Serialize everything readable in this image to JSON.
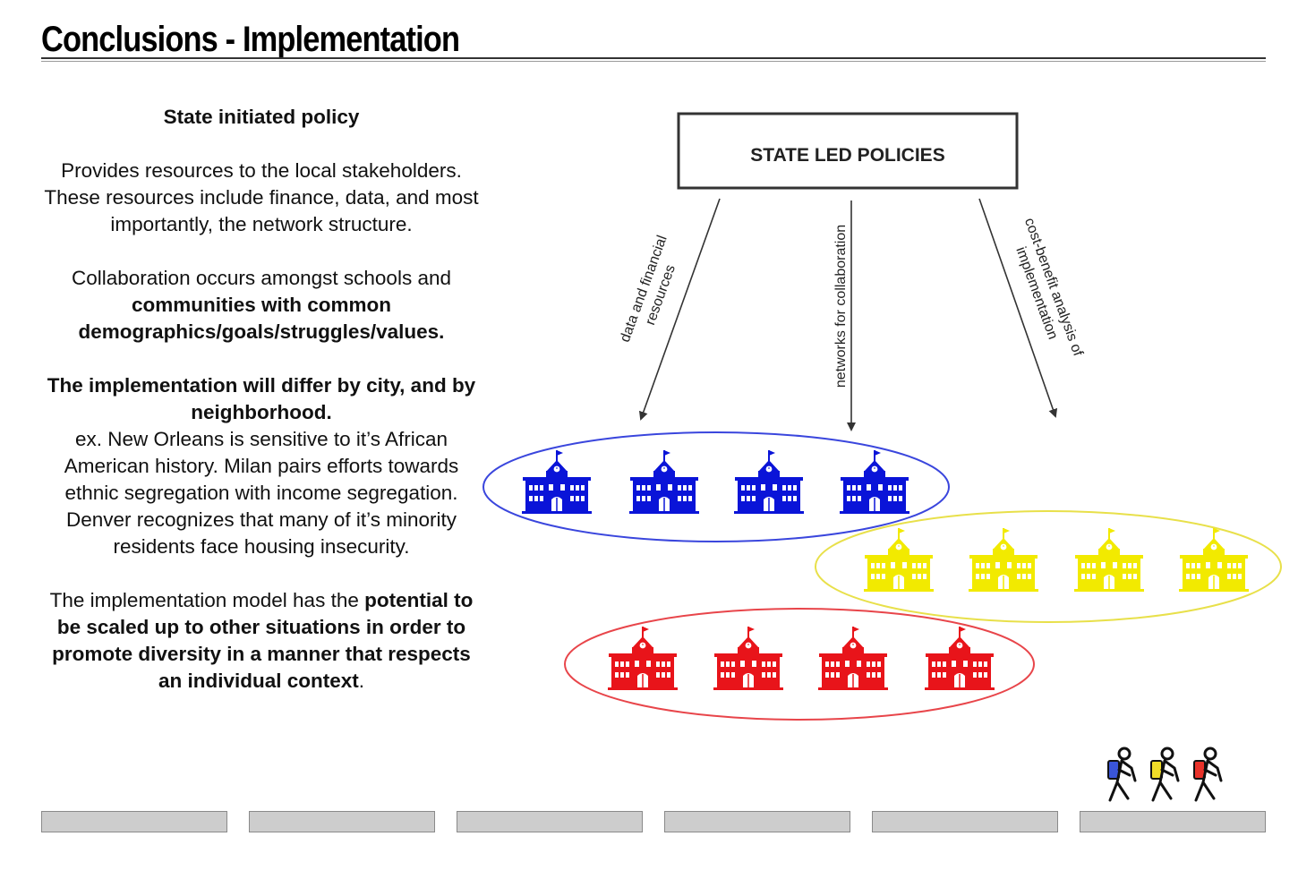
{
  "title": "Conclusions - Implementation",
  "left": {
    "heading": "State initiated policy",
    "p1": "Provides resources to the local stakeholders.  These resources include finance, data, and most importantly, the network structure.",
    "p2_pre": "Collaboration occurs amongst schools and ",
    "p2_bold": "communities with common demographics/goals/struggles/values.",
    "p3_bold": "The implementation will differ by city, and by neighborhood.",
    "p3_rest": "ex. New Orleans is sensitive to it’s African American history.  Milan pairs efforts towards ethnic segregation with income segregation.  Denver recognizes that many of it’s minority residents face housing insecurity.",
    "p4_pre": "The implementation model has the ",
    "p4_bold": "potential to be scaled up to other situations in order to promote diversity in a manner that respects an individual context",
    "p4_end": "."
  },
  "diagram": {
    "box_label": "STATE LED POLICIES",
    "arrow_labels": {
      "left_line1": "data and financial",
      "left_line2": "resources",
      "middle": "networks for collaboration",
      "right_line1": "cost-benefit analysis of",
      "right_line2": "implementation"
    },
    "groups": [
      {
        "name": "blue",
        "color": "#0a14d8",
        "ring": "#3a46dd",
        "schools": 4
      },
      {
        "name": "yellow",
        "color": "#f2ea00",
        "ring": "#e8e04a",
        "schools": 4
      },
      {
        "name": "red",
        "color": "#e8141a",
        "ring": "#e8454a",
        "schools": 4
      }
    ]
  },
  "progress": {
    "segments": 6
  },
  "icons": {
    "school": "school-building-icon",
    "hikers": "hikers-with-backpacks-icon"
  },
  "hiker_pack_colors": [
    "#3a55d8",
    "#f0dc28",
    "#e8322a"
  ]
}
